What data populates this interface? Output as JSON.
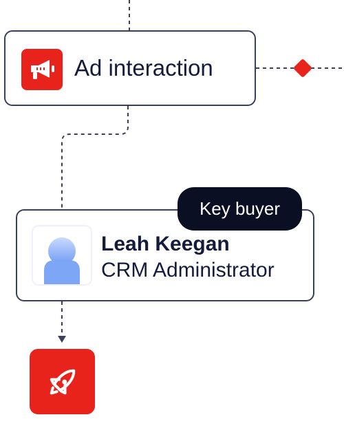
{
  "ad_node": {
    "label": "Ad interaction",
    "icon": "megaphone-icon"
  },
  "person_node": {
    "name": "Leah Keegan",
    "role": "CRM Administrator",
    "badge": "Key buyer",
    "avatar_icon": "person-icon"
  },
  "end_node": {
    "icon": "rocket-icon"
  },
  "colors": {
    "accent": "#e7231c",
    "border": "#3b3f5c",
    "text": "#151b3a",
    "badge_bg": "#0b0f24",
    "avatar_fill": "#7ea6f7"
  }
}
